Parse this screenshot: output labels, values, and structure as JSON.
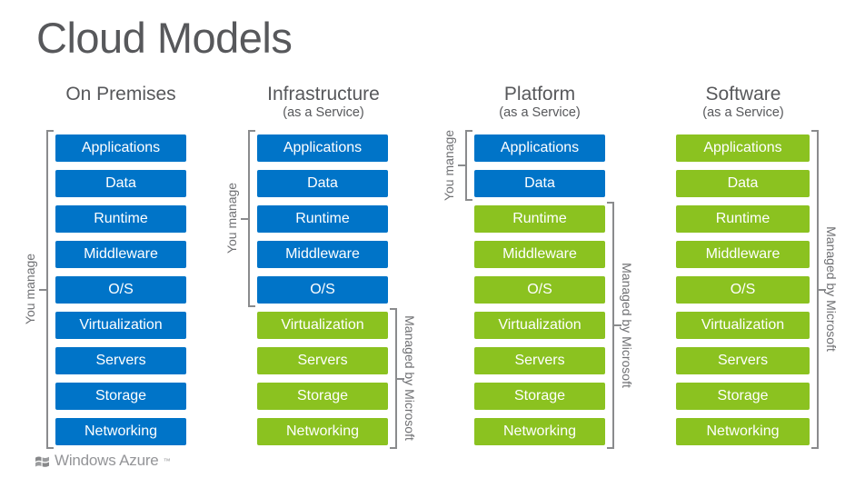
{
  "title": "Cloud Models",
  "colors": {
    "blue": "#0074C8",
    "green": "#8BC220",
    "heading": "#57585B",
    "muted": "#6F7073",
    "bracket": "#8A8B8D",
    "logo": "#949598"
  },
  "layers": [
    "Applications",
    "Data",
    "Runtime",
    "Middleware",
    "O/S",
    "Virtualization",
    "Servers",
    "Storage",
    "Networking"
  ],
  "labels": {
    "you_manage": "You manage",
    "managed_by_microsoft": "Managed by Microsoft"
  },
  "columns": [
    {
      "title": "On Premises",
      "subtitle": "",
      "managed_by_you": [
        "Applications",
        "Data",
        "Runtime",
        "Middleware",
        "O/S",
        "Virtualization",
        "Servers",
        "Storage",
        "Networking"
      ],
      "managed_by_microsoft": []
    },
    {
      "title": "Infrastructure",
      "subtitle": "(as a Service)",
      "managed_by_you": [
        "Applications",
        "Data",
        "Runtime",
        "Middleware",
        "O/S"
      ],
      "managed_by_microsoft": [
        "Virtualization",
        "Servers",
        "Storage",
        "Networking"
      ]
    },
    {
      "title": "Platform",
      "subtitle": "(as a Service)",
      "managed_by_you": [
        "Applications",
        "Data"
      ],
      "managed_by_microsoft": [
        "Runtime",
        "Middleware",
        "O/S",
        "Virtualization",
        "Servers",
        "Storage",
        "Networking"
      ]
    },
    {
      "title": "Software",
      "subtitle": "(as a Service)",
      "managed_by_you": [],
      "managed_by_microsoft": [
        "Applications",
        "Data",
        "Runtime",
        "Middleware",
        "O/S",
        "Virtualization",
        "Servers",
        "Storage",
        "Networking"
      ]
    }
  ],
  "footer": {
    "logo_text": "Windows Azure",
    "trademark": "™"
  }
}
